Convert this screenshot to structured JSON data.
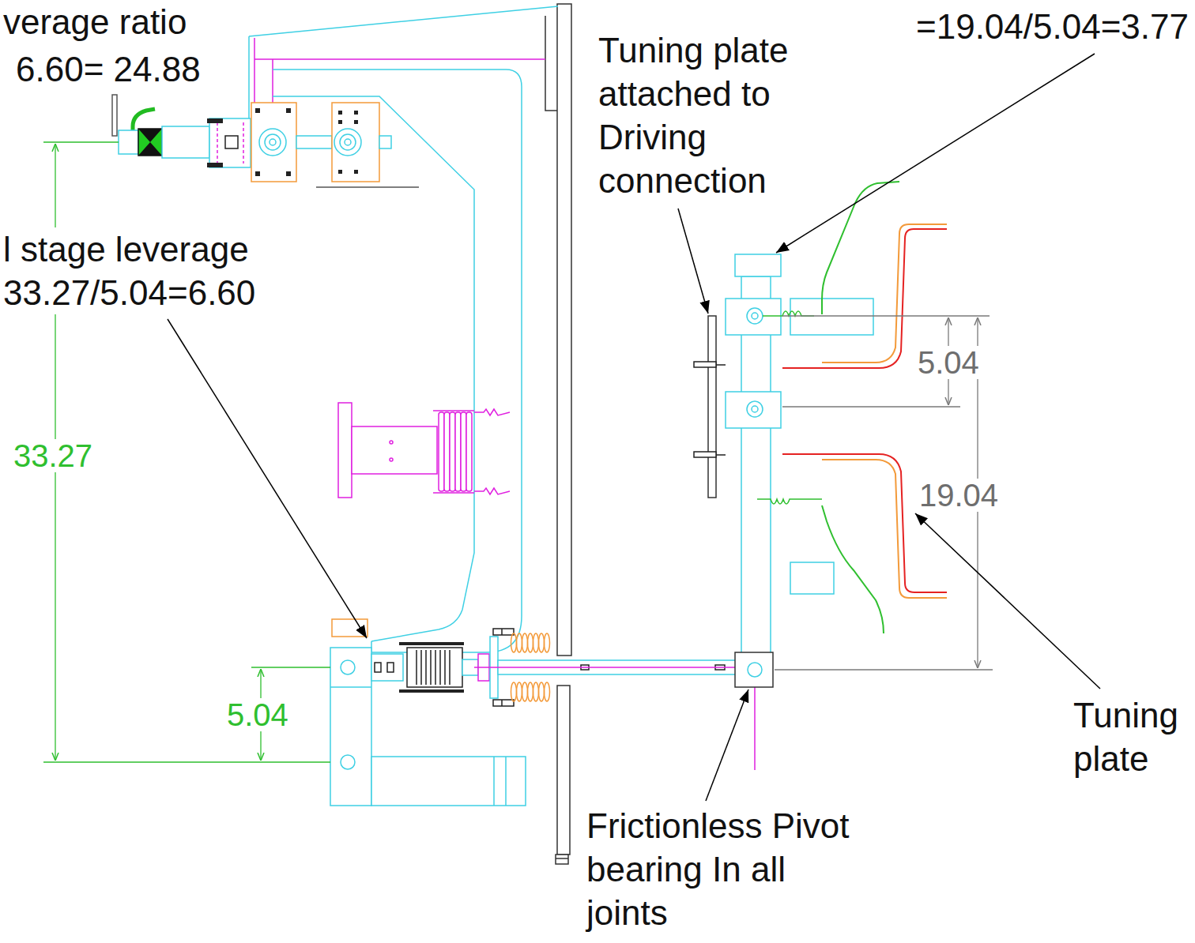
{
  "diagram": {
    "labels": [
      "verage ratio",
      "6.60= 24.88",
      "=19.04/5.04=3.77",
      "Tuning plate attached to Driving connection",
      "l stage leverage",
      "33.27/5.04=6.60",
      "5.04",
      "33.27",
      "19.04",
      "5.04",
      "Tuning plate",
      "Frictionless Pivot bearing In all joints"
    ]
  }
}
